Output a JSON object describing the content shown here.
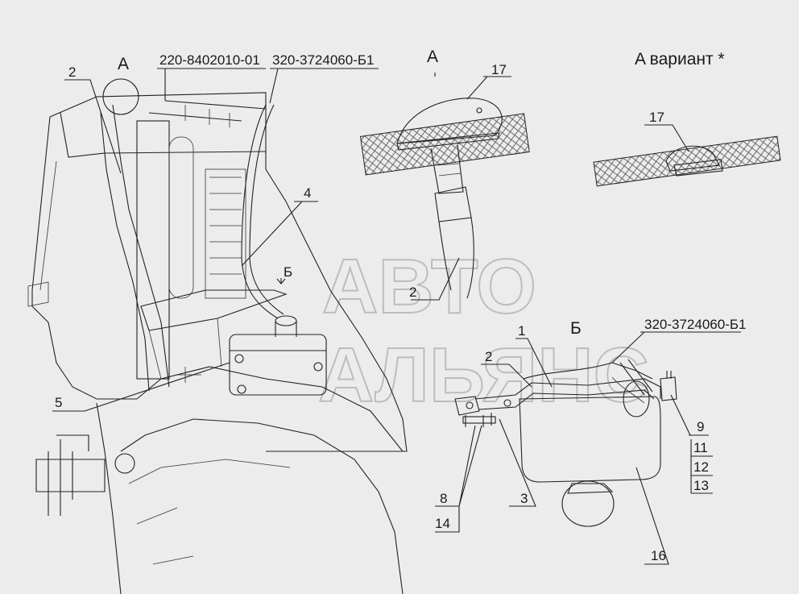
{
  "labels": {
    "view_a_top": "A",
    "part_220": "220-8402010-01",
    "part_320_top": "320-3724060-Б1",
    "view_a_title": "A",
    "view_a_variant": "A вариант *",
    "callout_2a": "2",
    "callout_4": "4",
    "callout_b_arrow": "Б",
    "callout_5": "5",
    "callout_17a": "17",
    "callout_17b": "17",
    "callout_2b": "2",
    "view_b_title": "Б",
    "part_320_b": "320-3724060-Б1",
    "callout_1": "1",
    "callout_2c": "2",
    "callout_9": "9",
    "callout_11": "11",
    "callout_12": "12",
    "callout_13": "13",
    "callout_8": "8",
    "callout_14": "14",
    "callout_3": "3",
    "callout_16": "16"
  },
  "watermark": {
    "line1": "АВТО",
    "line2": "АЛЬЯНС"
  },
  "colors": {
    "ink": "#222222",
    "paper": "#ececec",
    "watermark": "#bdbdbd"
  }
}
